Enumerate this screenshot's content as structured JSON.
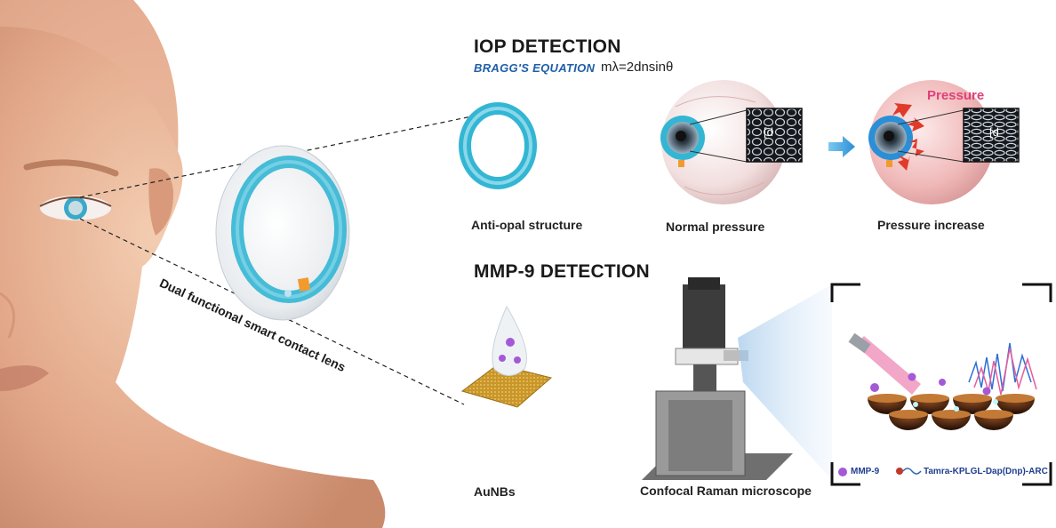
{
  "iop": {
    "heading": "IOP DETECTION",
    "bragg_label": "BRAGG'S EQUATION",
    "equation": "mλ=2dnsinθ",
    "captions": {
      "anti_opal": "Anti-opal structure",
      "normal": "Normal pressure",
      "increase": "Pressure increase"
    },
    "pressure_label": "Pressure",
    "d_label": "d"
  },
  "mmp": {
    "heading": "MMP-9 DETECTION",
    "captions": {
      "aunbs": "AuNBs",
      "raman": "Confocal Raman microscope"
    },
    "legend": {
      "mmp9": "MMP-9",
      "peptide": "Tamra-KPLGL-Dap(Dnp)-ARC"
    }
  },
  "lens": {
    "label": "Dual functional smart contact lens"
  },
  "colors": {
    "ring_cyan": "#33b6d4",
    "heading": "#1a1a1a",
    "bragg_blue": "#1f5fa8",
    "pressure_pink": "#e0407a",
    "arrow_red": "#e03a2a",
    "laser_pink": "#e85d9a",
    "gold": "#c9962a"
  }
}
